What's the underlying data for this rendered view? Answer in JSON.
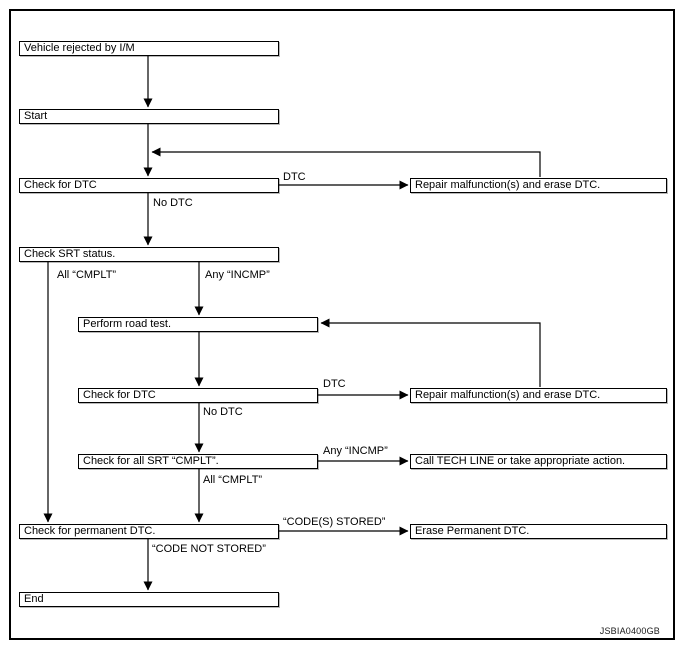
{
  "diagram": {
    "type": "flowchart",
    "watermark": "JSBIA0400GB",
    "line_color": "#000000",
    "background_color": "#ffffff",
    "nodes": [
      {
        "id": "vehicle-rejected",
        "label": "Vehicle rejected by I/M"
      },
      {
        "id": "start",
        "label": "Start"
      },
      {
        "id": "check-dtc-1",
        "label": "Check for DTC"
      },
      {
        "id": "repair-erase-1",
        "label": "Repair malfunction(s) and erase DTC."
      },
      {
        "id": "check-srt",
        "label": "Check SRT status."
      },
      {
        "id": "road-test",
        "label": "Perform road test."
      },
      {
        "id": "check-dtc-2",
        "label": "Check for DTC"
      },
      {
        "id": "repair-erase-2",
        "label": "Repair malfunction(s) and erase DTC."
      },
      {
        "id": "check-all-srt",
        "label": "Check for all SRT “CMPLT”."
      },
      {
        "id": "call-tech-line",
        "label": "Call TECH LINE or take appropriate action."
      },
      {
        "id": "check-permanent",
        "label": "Check for permanent DTC."
      },
      {
        "id": "erase-permanent",
        "label": "Erase Permanent DTC."
      },
      {
        "id": "end",
        "label": "End"
      }
    ],
    "edge_labels": [
      {
        "id": "dtc-1",
        "label": "DTC"
      },
      {
        "id": "no-dtc-1",
        "label": "No DTC"
      },
      {
        "id": "all-cmplt-1",
        "label": "All “CMPLT”"
      },
      {
        "id": "any-incmp-1",
        "label": "Any “INCMP”"
      },
      {
        "id": "dtc-2",
        "label": "DTC"
      },
      {
        "id": "no-dtc-2",
        "label": "No DTC"
      },
      {
        "id": "any-incmp-2",
        "label": "Any “INCMP”"
      },
      {
        "id": "all-cmplt-2",
        "label": "All “CMPLT”"
      },
      {
        "id": "codes-stored",
        "label": "“CODE(S) STORED”"
      },
      {
        "id": "code-not-stored",
        "label": "“CODE NOT STORED”"
      }
    ]
  }
}
